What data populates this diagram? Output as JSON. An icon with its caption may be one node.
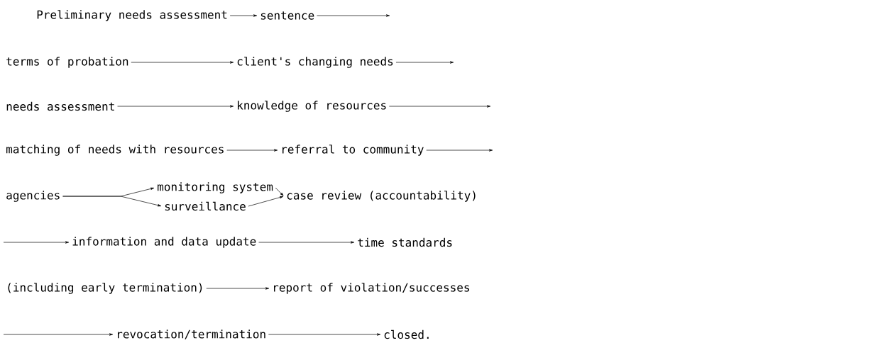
{
  "diagram": {
    "nodes": [
      {
        "text": [
          "Preliminary needs assessment"
        ]
      },
      {
        "text": [
          "sentence"
        ]
      },
      {
        "text": [
          "terms of probation"
        ]
      },
      {
        "text": [
          "client's changing needs"
        ]
      },
      {
        "text": [
          "needs assessment"
        ]
      },
      {
        "text": [
          "knowledge of resources"
        ]
      },
      {
        "text": [
          "matching of needs with resources"
        ]
      },
      {
        "text": [
          "referral to community"
        ]
      },
      {
        "text": [
          "agencies"
        ]
      },
      {
        "text": [
          "monitoring system"
        ]
      },
      {
        "text": [
          "surveillance"
        ]
      },
      {
        "text": [
          "case review (accountability)"
        ]
      },
      {
        "text": [
          "information and data update"
        ]
      },
      {
        "text": [
          "time standards"
        ]
      },
      {
        "text": [
          "(including early termination)"
        ]
      },
      {
        "text": [
          "report of violation/successes"
        ]
      },
      {
        "text": [
          "revocation/termination"
        ]
      },
      {
        "text": [
          "closed."
        ]
      }
    ],
    "edges": [
      {
        "from": 0,
        "to": 1,
        "arrow": "to"
      },
      {
        "from": 1,
        "to": null,
        "arrow": "to"
      },
      {
        "from": 2,
        "to": 3,
        "arrow": "to"
      },
      {
        "from": 3,
        "to": null,
        "arrow": "to"
      },
      {
        "from": 4,
        "to": 5,
        "arrow": "to"
      },
      {
        "from": 5,
        "to": null,
        "arrow": "to"
      },
      {
        "from": 6,
        "to": 7,
        "arrow": "to"
      },
      {
        "from": 7,
        "to": null,
        "arrow": "to"
      },
      {
        "from": 8,
        "to": 9,
        "arrow": "to"
      },
      {
        "from": 8,
        "to": 10,
        "arrow": "to"
      },
      {
        "from": 9,
        "to": 11,
        "arrow": "to"
      },
      {
        "from": 10,
        "to": 11,
        "arrow": "to"
      },
      {
        "from": null,
        "to": 12,
        "arrow": "to"
      },
      {
        "from": 12,
        "to": 13,
        "arrow": "to"
      },
      {
        "from": 14,
        "to": 15,
        "arrow": "to"
      },
      {
        "from": null,
        "to": 16,
        "arrow": "to"
      },
      {
        "from": 16,
        "to": 17,
        "arrow": "to"
      }
    ]
  }
}
